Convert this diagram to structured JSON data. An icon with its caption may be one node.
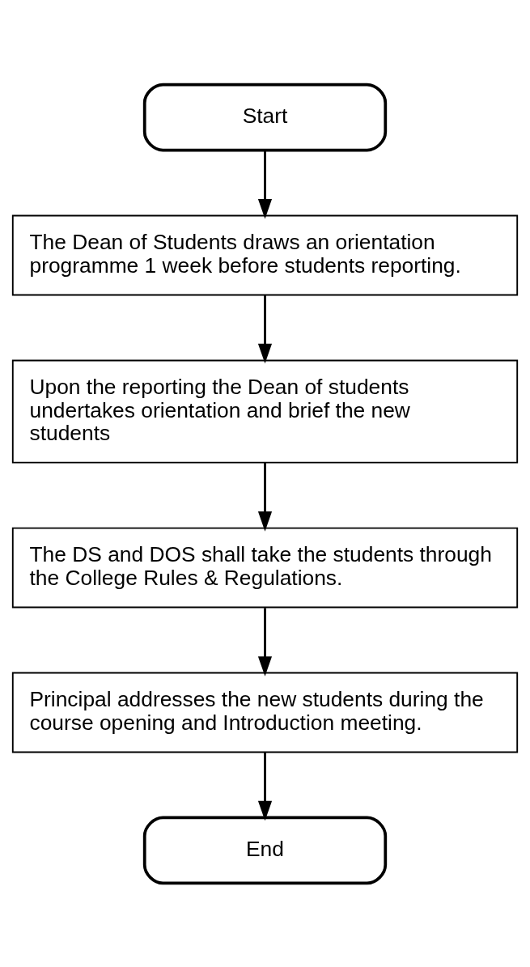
{
  "diagram": {
    "nodes": [
      {
        "text": [
          "Start"
        ]
      },
      {
        "text": [
          "The Dean of Students draws an orientation programme 1 week before students reporting."
        ]
      },
      {
        "text": [
          "Upon the reporting the Dean of students undertakes orientation and brief the new students"
        ]
      },
      {
        "text": [
          "The DS and DOS shall take the students through the College Rules & Regulations."
        ]
      },
      {
        "text": [
          "Principal addresses the new students during the course opening and Introduction meeting."
        ]
      },
      {
        "text": [
          "End"
        ]
      }
    ],
    "edges": [
      {
        "from": 0,
        "to": 1,
        "arrow": "to"
      },
      {
        "from": 1,
        "to": 2,
        "arrow": "to"
      },
      {
        "from": 2,
        "to": 3,
        "arrow": "to"
      },
      {
        "from": 3,
        "to": 4,
        "arrow": "to"
      },
      {
        "from": 4,
        "to": 5,
        "arrow": "to"
      }
    ]
  }
}
